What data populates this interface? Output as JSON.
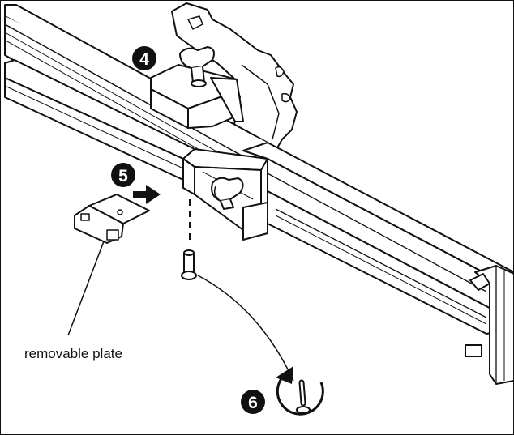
{
  "steps": {
    "step4": "4",
    "step5": "5",
    "step6": "6"
  },
  "callouts": {
    "removable_plate": "removable plate"
  },
  "colors": {
    "line": "#111111",
    "fill": "#ffffff",
    "badge": "#111111",
    "badge_text": "#ffffff"
  }
}
